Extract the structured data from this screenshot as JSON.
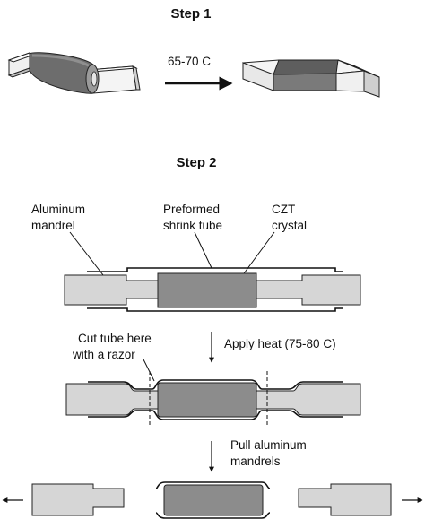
{
  "step1": {
    "title": "Step 1",
    "arrow_label": "65-70 C"
  },
  "step2": {
    "title": "Step 2",
    "labels": {
      "mandrel_line1": "Aluminum",
      "mandrel_line2": "mandrel",
      "tube_line1": "Preformed",
      "tube_line2": "shrink tube",
      "crystal_line1": "CZT",
      "crystal_line2": "crystal",
      "cut_line1": "Cut tube here",
      "cut_line2": "with a razor",
      "heat": "Apply heat (75-80 C)",
      "pull_line1": "Pull aluminum",
      "pull_line2": "mandrels"
    }
  },
  "colors": {
    "mandrel": "#d6d6d6",
    "crystal": "#8c8c8c",
    "tube": "#5a5a5a",
    "line": "#1a1a1a"
  }
}
